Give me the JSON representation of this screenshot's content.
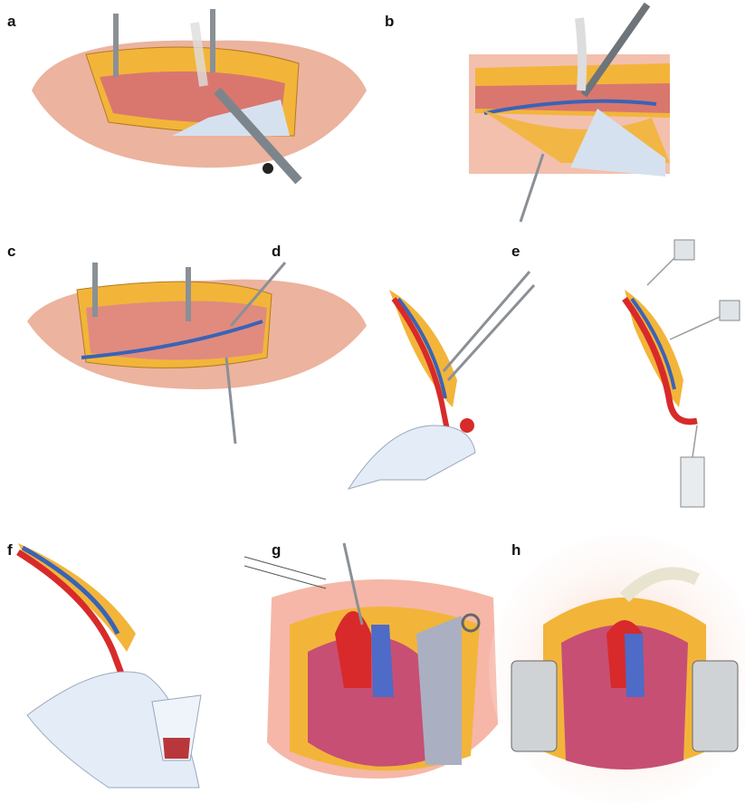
{
  "panels": [
    {
      "label": "a"
    },
    {
      "label": "b"
    },
    {
      "label": "c"
    },
    {
      "label": "d"
    },
    {
      "label": "e"
    },
    {
      "label": "f"
    },
    {
      "label": "g"
    },
    {
      "label": "h"
    }
  ],
  "colors": {
    "skin": "#e8a58c",
    "fat": "#f2b53a",
    "muscle": "#d9776e",
    "vein": "#3a63b8",
    "artery": "#d82a2a",
    "glove": "#e4ecf7",
    "instrument": "#8a9096",
    "pericardium": "#c8c8c8"
  }
}
